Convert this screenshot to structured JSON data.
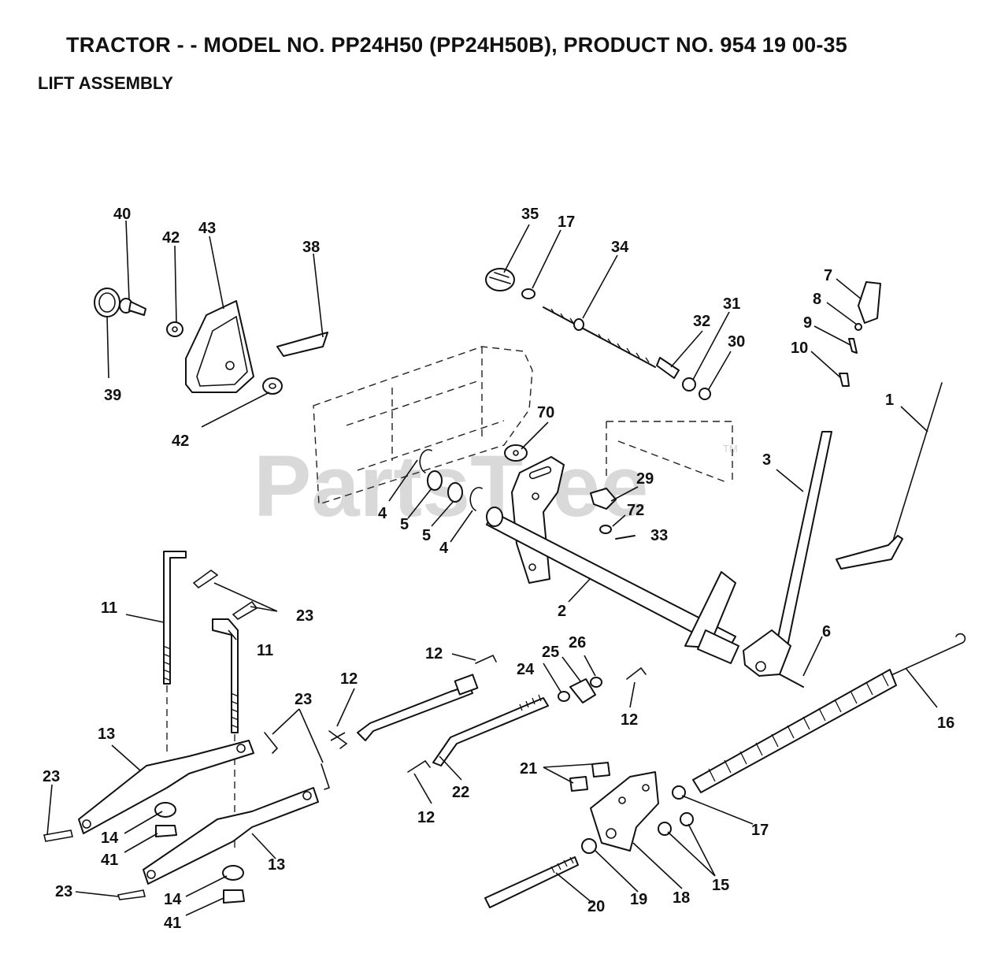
{
  "header": {
    "title": "TRACTOR - - MODEL NO. PP24H50 (PP24H50B), PRODUCT NO. 954 19 00-35",
    "subtitle": "LIFT ASSEMBLY"
  },
  "watermark": {
    "text": "PartsTree",
    "trademark": "TM"
  },
  "callouts": [
    "40",
    "42",
    "43",
    "38",
    "39",
    "42",
    "35",
    "17",
    "34",
    "7",
    "8",
    "9",
    "10",
    "31",
    "32",
    "30",
    "1",
    "70",
    "3",
    "29",
    "72",
    "33",
    "4",
    "5",
    "5",
    "4",
    "2",
    "6",
    "11",
    "23",
    "11",
    "12",
    "12",
    "25",
    "26",
    "24",
    "12",
    "16",
    "23",
    "13",
    "23",
    "12",
    "22",
    "21",
    "17",
    "14",
    "41",
    "13",
    "15",
    "18",
    "19",
    "20",
    "23",
    "14",
    "41"
  ]
}
